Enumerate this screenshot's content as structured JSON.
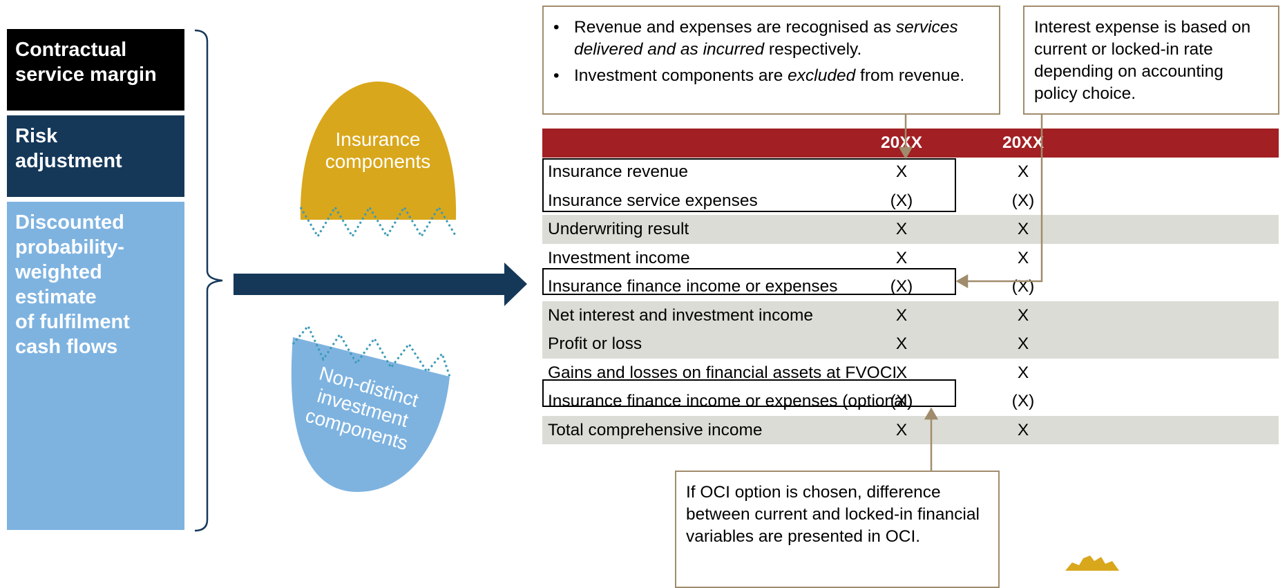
{
  "left_stack": {
    "csm": "Contractual\nservice margin",
    "risk": "Risk\nadjustment",
    "pv": "Discounted\nprobability-\nweighted\nestimate\nof fulfilment\ncash flows"
  },
  "egg_top_label": "Insurance\ncomponents",
  "egg_bottom_label": "Non-distinct\ninvestment\ncomponents",
  "callouts": {
    "revenue_bullet1_pre": "Revenue and expenses are recognised as ",
    "revenue_bullet1_em": "services delivered and as incurred",
    "revenue_bullet1_post": " respectively.",
    "revenue_bullet2_pre": "Investment components are ",
    "revenue_bullet2_em": "excluded",
    "revenue_bullet2_post": " from revenue.",
    "interest": "Interest expense is based on current or locked-in rate depending on accounting policy choice.",
    "oci": "If OCI option is chosen, difference between current and locked-in financial variables are presented in OCI."
  },
  "table": {
    "headers": [
      "20XX",
      "20XX"
    ],
    "rows": [
      {
        "label": "Insurance revenue",
        "v1": "X",
        "v2": "X"
      },
      {
        "label": "Insurance service expenses",
        "v1": "(X)",
        "v2": "(X)"
      },
      {
        "label": "Underwriting result",
        "v1": "X",
        "v2": "X"
      },
      {
        "label": "Investment income",
        "v1": "X",
        "v2": "X"
      },
      {
        "label": "Insurance finance income or expenses",
        "v1": "(X)",
        "v2": "(X)"
      },
      {
        "label": "Net interest and investment income",
        "v1": "X",
        "v2": "X"
      },
      {
        "label": "Profit or loss",
        "v1": "X",
        "v2": "X"
      },
      {
        "label": "Gains and losses on financial assets at FVOCI",
        "v1": "X",
        "v2": "X"
      },
      {
        "label": "Insurance finance income or expenses (optional)",
        "v1": "(X)",
        "v2": "(X)"
      },
      {
        "label": "Total comprehensive income",
        "v1": "X",
        "v2": "X"
      }
    ]
  },
  "colors": {
    "csm": "#000000",
    "risk": "#153859",
    "pv": "#7eb3e0",
    "egg_top": "#d9a71b",
    "egg_bottom": "#7eb3e0",
    "arrow": "#153859",
    "table_header": "#a21f24",
    "shaded_row": "#dcdcd6",
    "callout_border": "#a08c6c"
  }
}
